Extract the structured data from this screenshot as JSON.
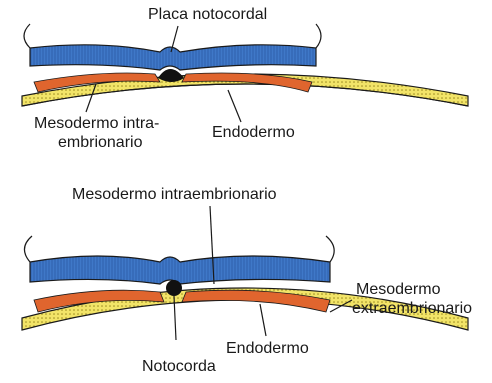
{
  "top": {
    "placa_notocordal": "Placa notocordal",
    "mesodermo_intra_line1": "Mesodermo intra-",
    "mesodermo_intra_line2": "embrionario",
    "endodermo": "Endodermo"
  },
  "bottom": {
    "mesodermo_intraembrionario": "Mesodermo intraembrionario",
    "mesodermo_extra_line1": "Mesodermo",
    "mesodermo_extra_line2": "extraembrionario",
    "notocorda": "Notocorda",
    "endodermo": "Endodermo"
  },
  "colors": {
    "ectoderm": "#3f78c8",
    "mesoderm": "#e0652e",
    "endoderm": "#f2e468",
    "outline": "#1a1a1a",
    "notochord": "#111111"
  }
}
